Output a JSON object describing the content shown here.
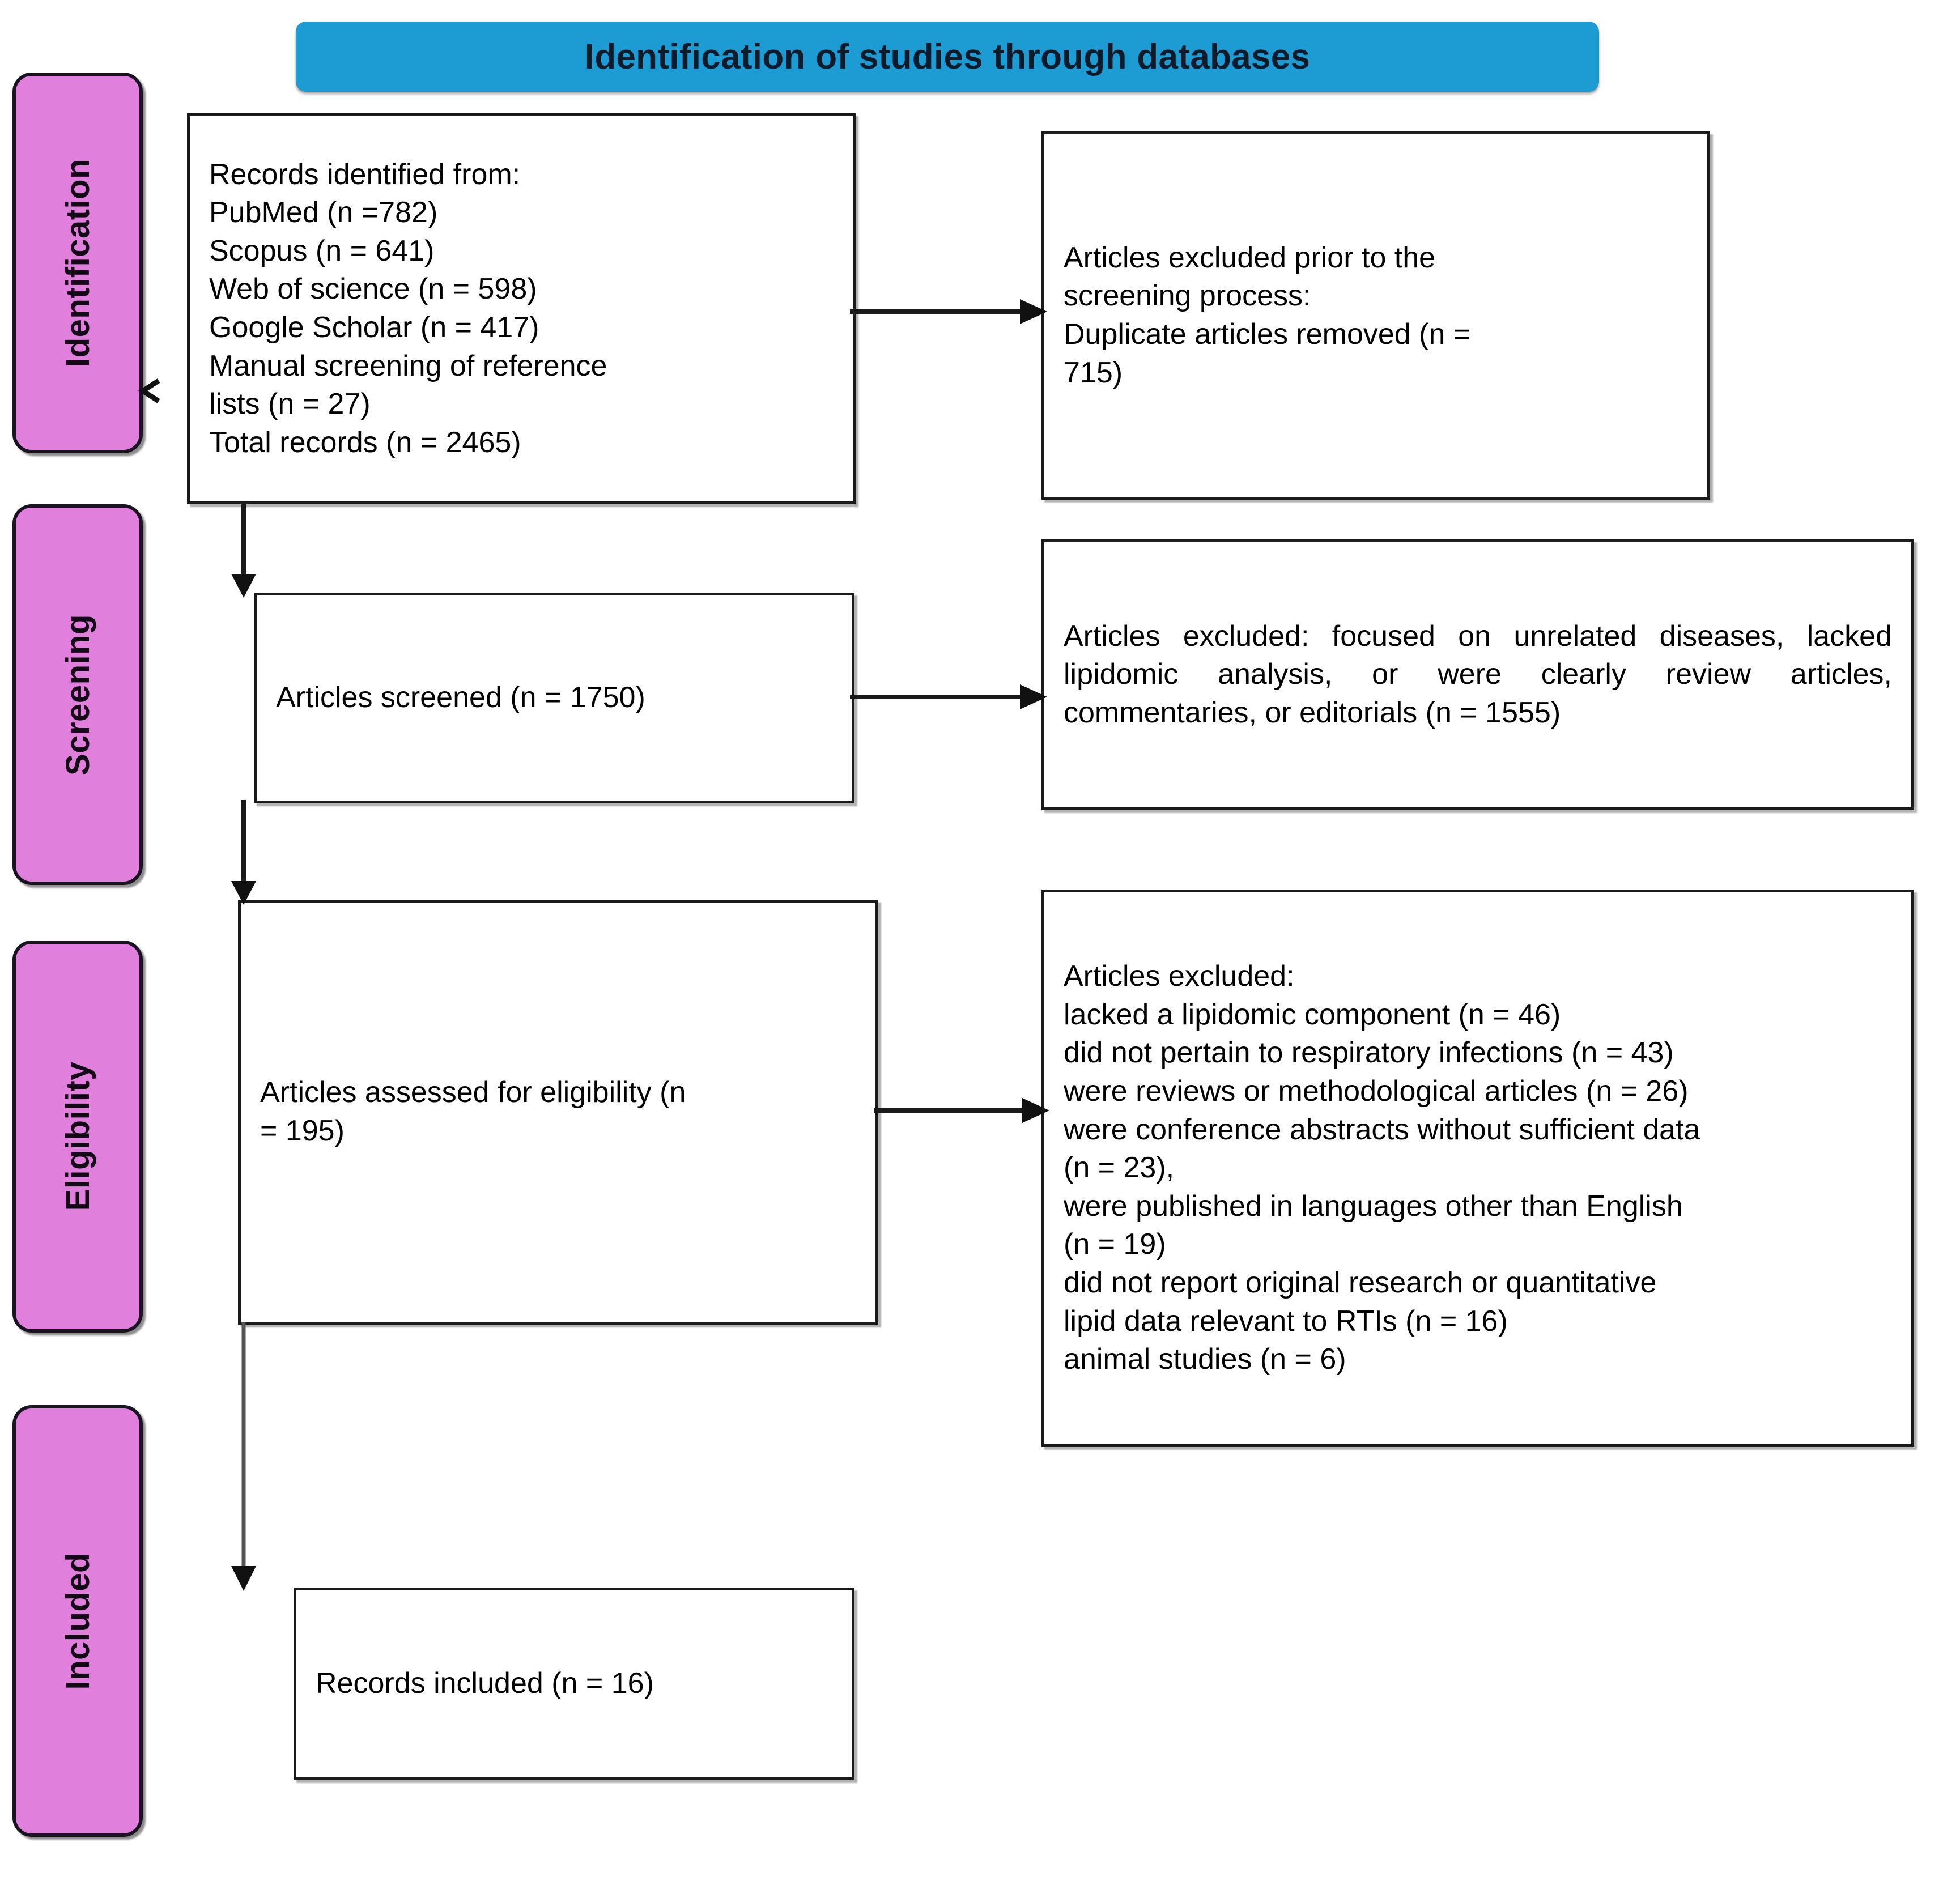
{
  "banner": {
    "title": "Identification of studies through databases",
    "color": "#1d9cd3"
  },
  "stages": [
    {
      "key": "identification",
      "label": "Identification"
    },
    {
      "key": "screening",
      "label": "Screening"
    },
    {
      "key": "eligibility",
      "label": "Eligibility"
    },
    {
      "key": "included",
      "label": "Included"
    }
  ],
  "stage_color": "#e17fdd",
  "boxes": {
    "identified": {
      "lines": [
        "Records identified from:",
        "PubMed (n =782)",
        "Scopus (n = 641)",
        "Web of science (n = 598)",
        "Google Scholar (n = 417)",
        "Manual screening of reference",
        "lists (n = 27)",
        "Total records (n = 2465)"
      ]
    },
    "excluded_pre_screening": {
      "lines": [
        "Articles excluded prior to the",
        "screening process:",
        "Duplicate articles removed (n =",
        "715)"
      ]
    },
    "screened": {
      "lines": [
        "Articles screened (n = 1750)"
      ]
    },
    "excluded_screening": {
      "text": "Articles excluded: focused on unrelated diseases, lacked lipidomic analysis, or were clearly review articles, commentaries, or editorials (n = 1555)"
    },
    "eligibility": {
      "lines": [
        "Articles assessed for eligibility (n",
        "= 195)"
      ]
    },
    "excluded_eligibility": {
      "lines": [
        "Articles excluded:",
        "lacked a lipidomic component (n = 46)",
        "did not pertain to respiratory infections (n = 43)",
        "were reviews or methodological articles (n = 26)",
        "were conference abstracts without sufficient data",
        "(n = 23),",
        "were published in languages other than English",
        "(n = 19)",
        "did not report original research or quantitative",
        "lipid data relevant to RTIs (n = 16)",
        "animal studies (n = 6)"
      ]
    },
    "included": {
      "lines": [
        "Records included (n = 16)"
      ]
    }
  },
  "flow_counts": {
    "pubmed": 782,
    "scopus": 641,
    "web_of_science": 598,
    "google_scholar": 417,
    "manual_reference_lists": 27,
    "total_records": 2465,
    "duplicates_removed": 715,
    "screened": 1750,
    "excluded_at_screening": 1555,
    "assessed_for_eligibility": 195,
    "excluded_lacked_lipidomic": 46,
    "excluded_not_respiratory": 43,
    "excluded_reviews_methodological": 26,
    "excluded_conference_abstracts": 23,
    "excluded_non_english": 19,
    "excluded_no_original_research": 16,
    "excluded_animal_studies": 6,
    "included": 16
  }
}
